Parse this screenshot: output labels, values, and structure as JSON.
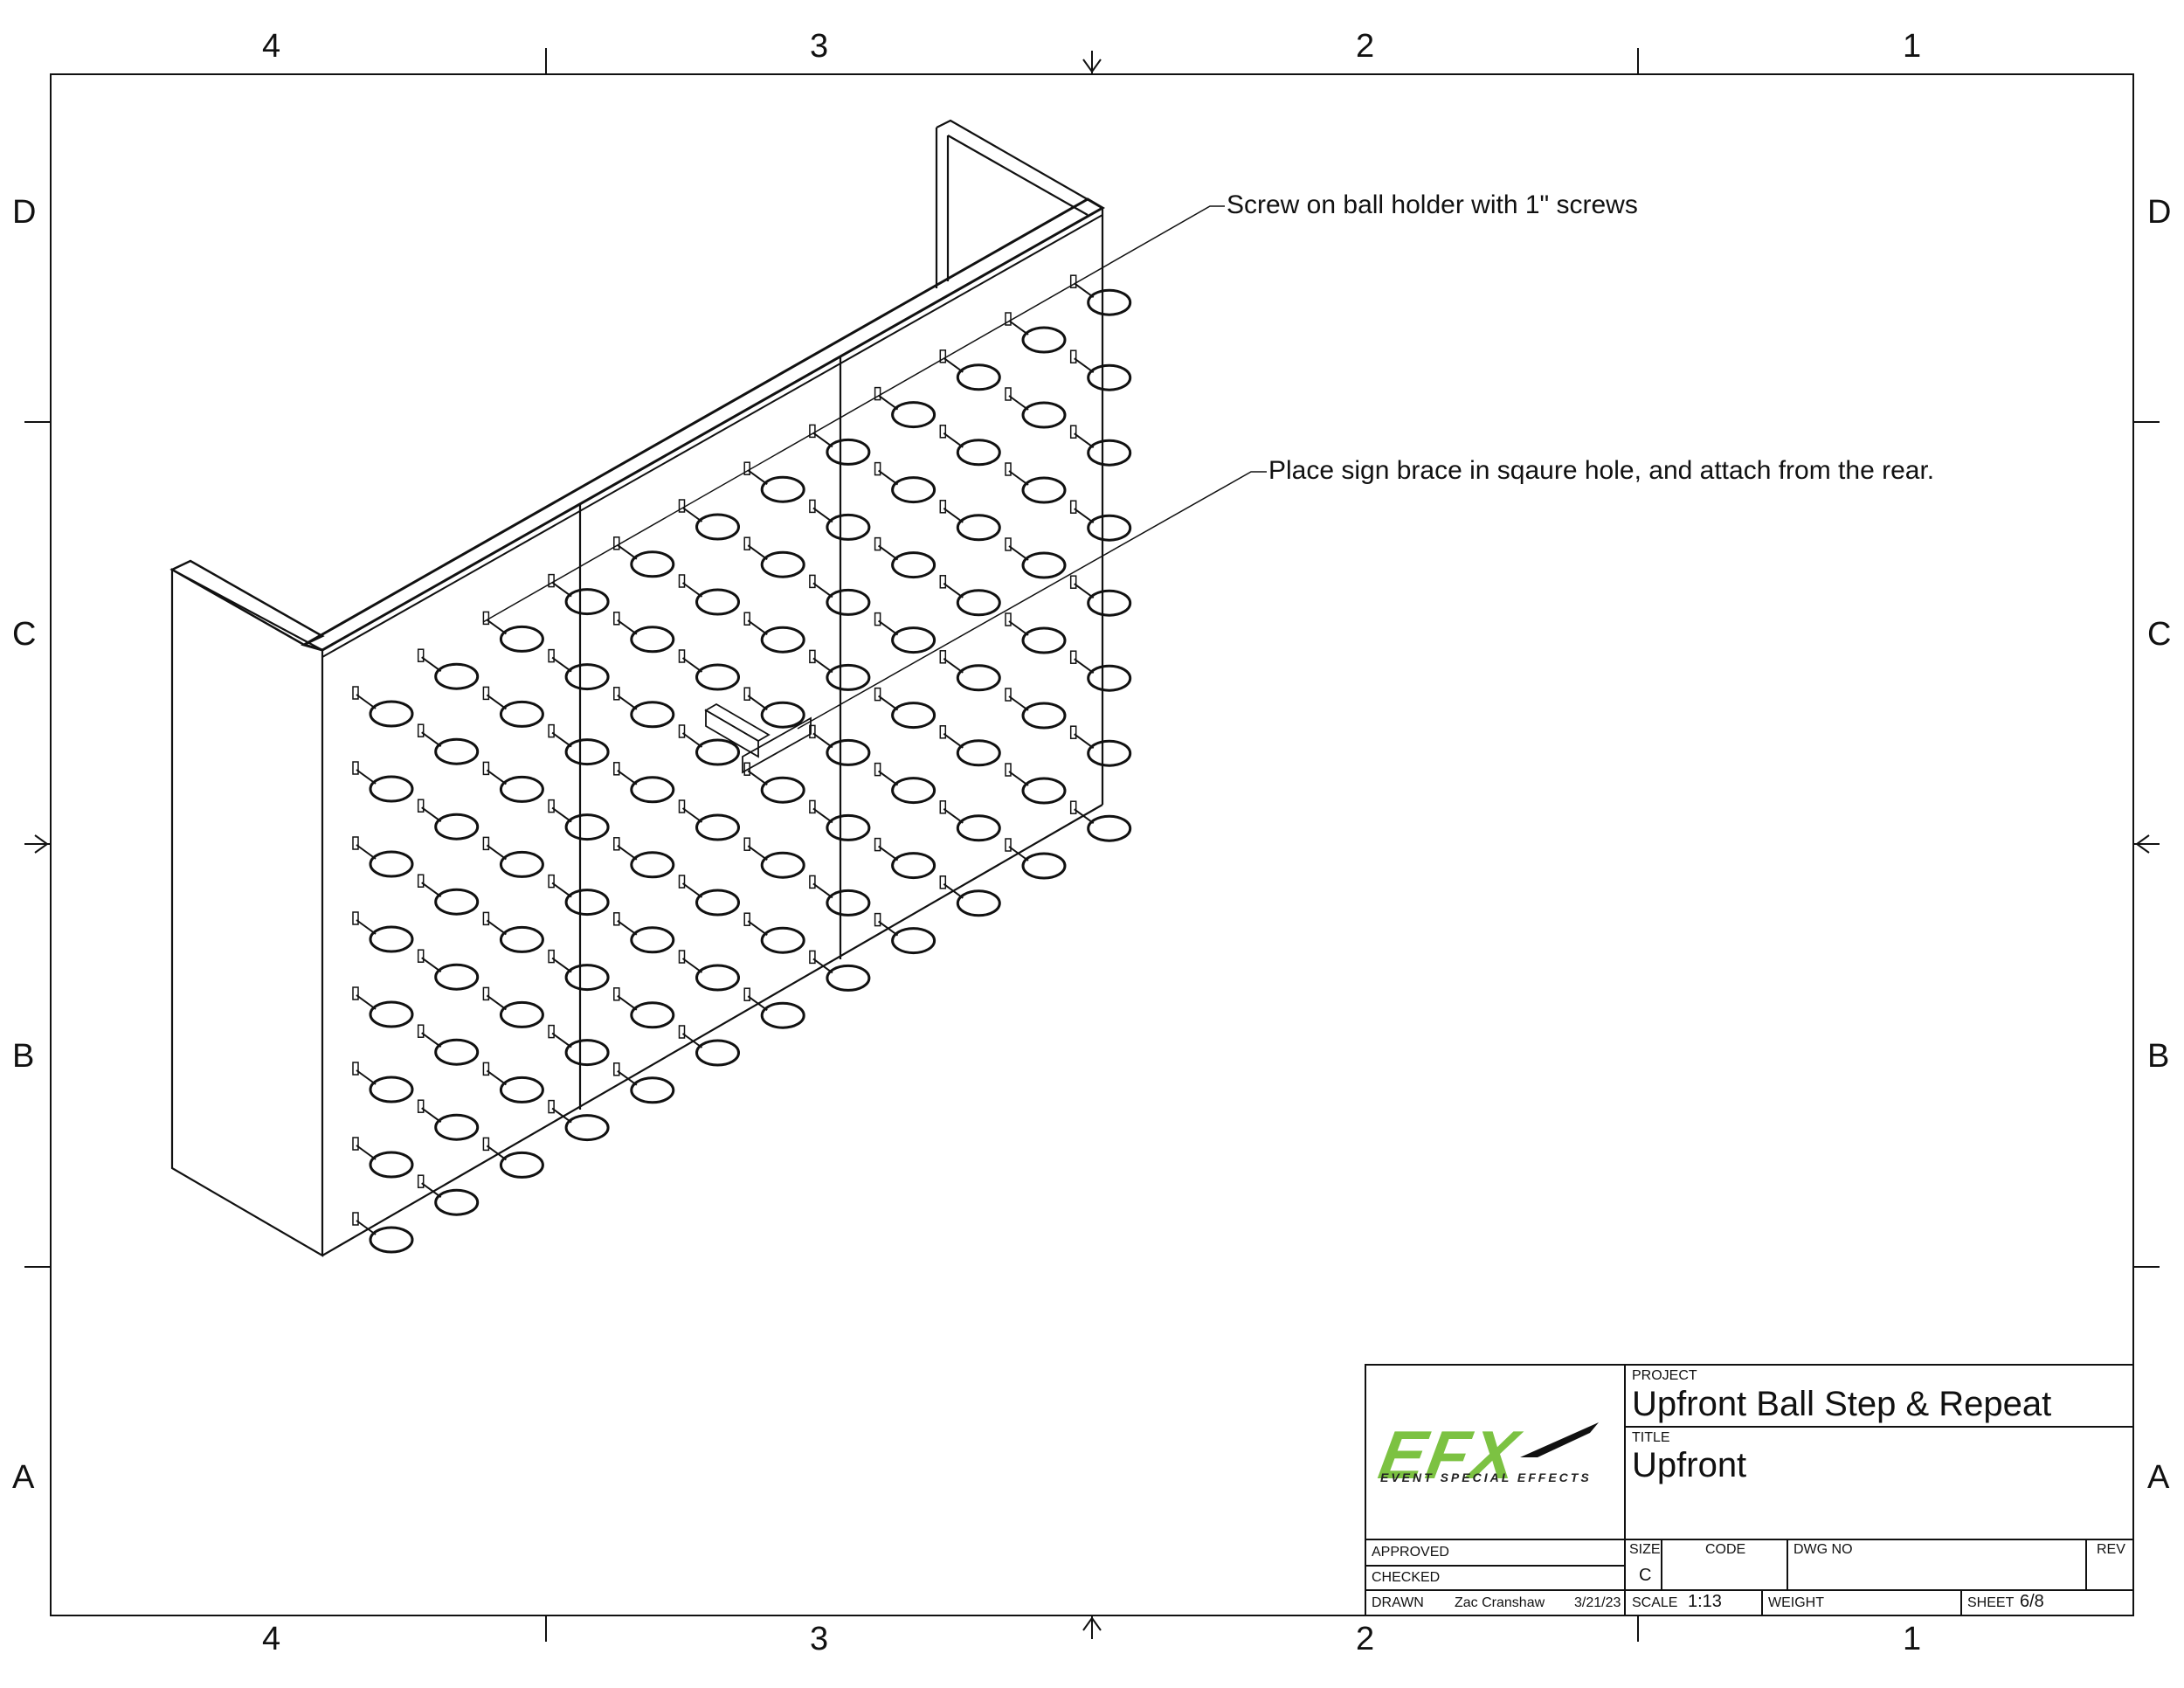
{
  "zones": {
    "columns": [
      "4",
      "3",
      "2",
      "1"
    ],
    "rows": [
      "D",
      "C",
      "B",
      "A"
    ]
  },
  "notes": {
    "ball_holder": "Screw on ball holder with 1\" screws",
    "sign_brace": "Place sign brace in sqaure hole, and attach from the rear."
  },
  "logo": {
    "wordmark": "EFX",
    "tagline": "EVENT SPECIAL EFFECTS",
    "color": "#7cc242"
  },
  "title_block": {
    "project_label": "PROJECT",
    "project": "Upfront Ball Step & Repeat",
    "title_label": "TITLE",
    "title": "Upfront",
    "approved_label": "APPROVED",
    "checked_label": "CHECKED",
    "drawn_label": "DRAWN",
    "drawn_by": "Zac Cranshaw",
    "drawn_date": "3/21/23",
    "size_label": "SIZE",
    "size": "C",
    "code_label": "CODE",
    "dwg_no_label": "DWG NO",
    "rev_label": "REV",
    "scale_label": "SCALE",
    "scale": "1:13",
    "weight_label": "WEIGHT",
    "sheet_label": "SHEET",
    "sheet": "6/8"
  },
  "wall": {
    "panels": 3,
    "ball_rows": 8,
    "ball_columns": 12
  }
}
